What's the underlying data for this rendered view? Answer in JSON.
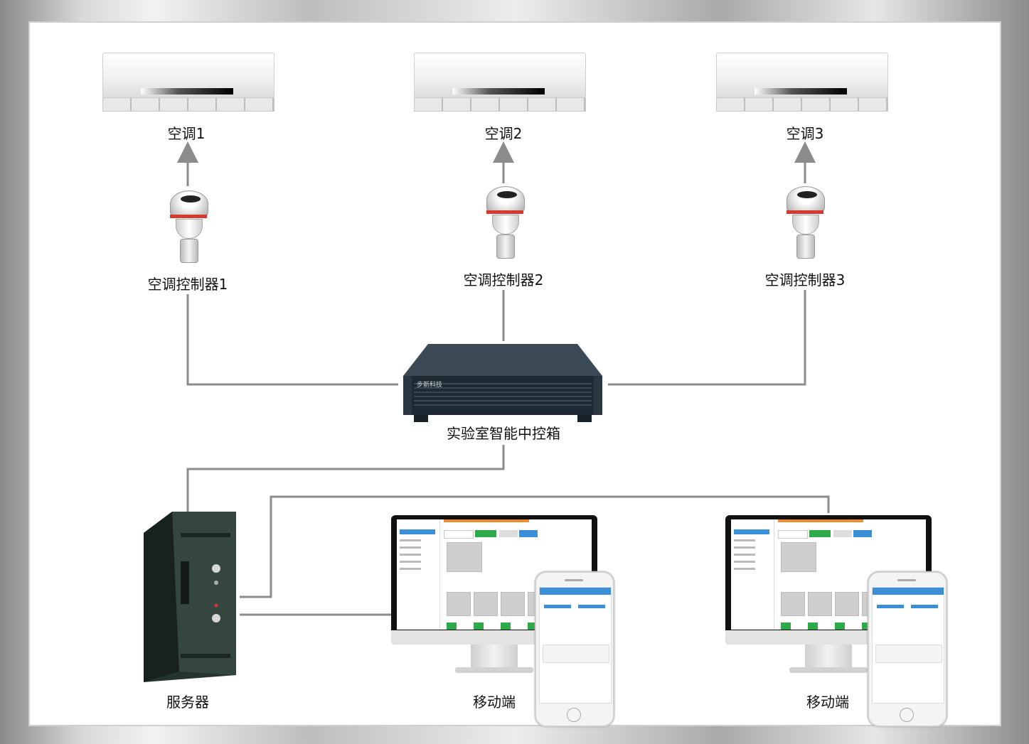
{
  "nodes": {
    "ac1": "空调1",
    "ac2": "空调2",
    "ac3": "空调3",
    "ctrl1": "空调控制器1",
    "ctrl2": "空调控制器2",
    "ctrl3": "空调控制器3",
    "hub": "实验室智能中控箱",
    "server": "服务器",
    "mobile1": "移动端",
    "mobile2": "移动端"
  },
  "device_brand": "步新科技",
  "colors": {
    "connector": "#8c8c8c",
    "accent": "#3a8fd8",
    "ok_green": "#2eaa4a",
    "camera_ring": "#d63a2f"
  }
}
